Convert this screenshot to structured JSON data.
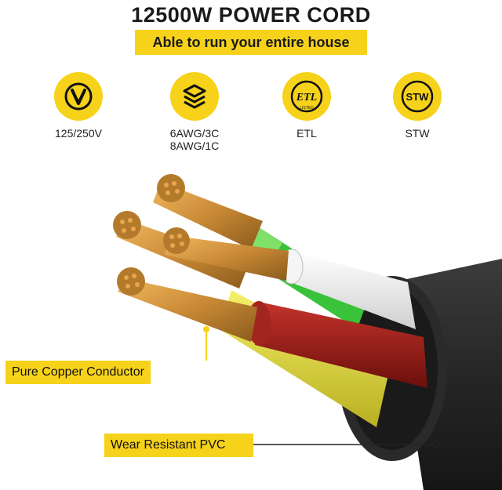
{
  "title": "12500W POWER CORD",
  "banner": "Able to run your entire house",
  "features": [
    {
      "icon": "voltage-icon",
      "label": "125/250V"
    },
    {
      "icon": "layers-icon",
      "label": "6AWG/3C\n8AWG/1C"
    },
    {
      "icon": "etl-listed-icon",
      "label": "ETL"
    },
    {
      "icon": "stw-icon",
      "label": "STW"
    }
  ],
  "icon_text": {
    "stw": "STW"
  },
  "callouts": {
    "copper": "Pure Copper Conductor",
    "pvc": "Wear Resistant PVC"
  },
  "colors": {
    "accent": "#f6d21a",
    "jacket": "#2b2b2b",
    "copper": "#c98a35"
  }
}
